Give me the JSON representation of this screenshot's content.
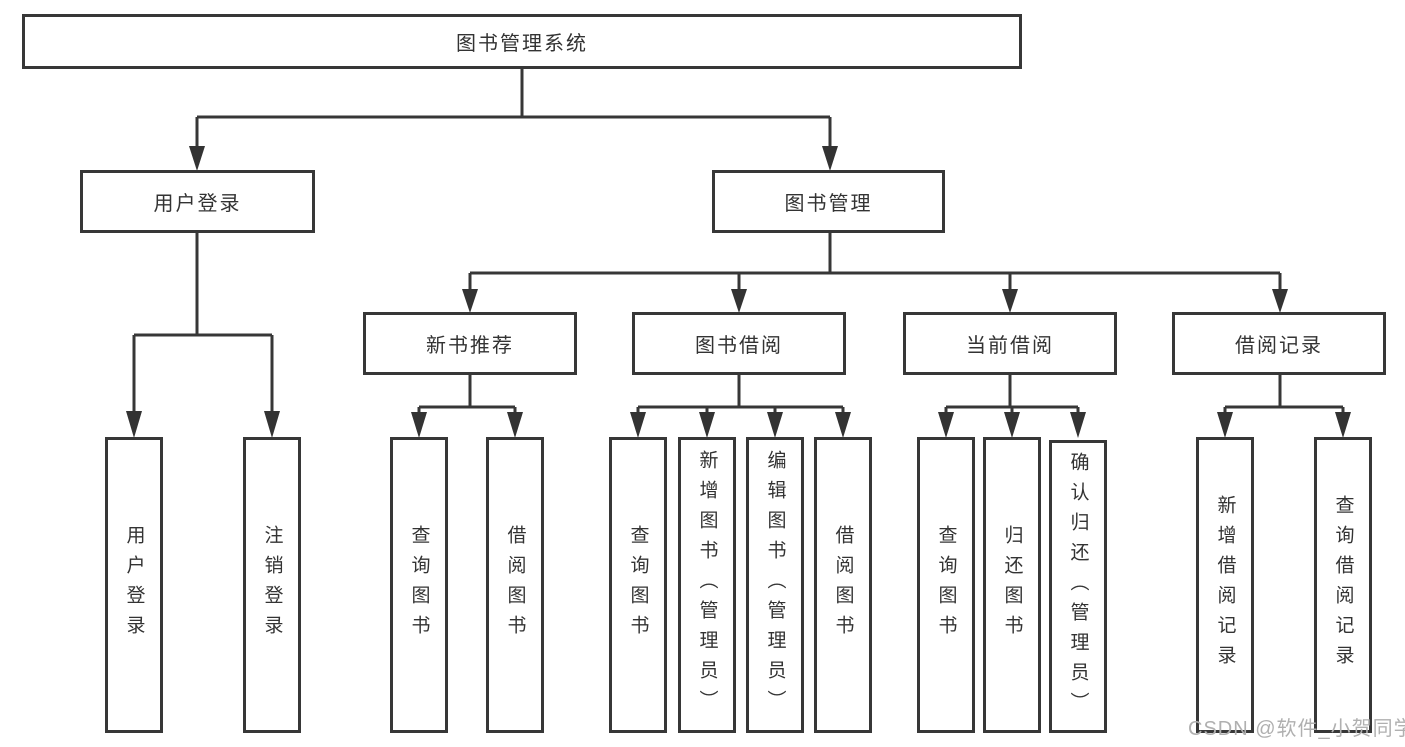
{
  "diagram_title": "图书管理系统",
  "watermark": "CSDN @软件_小贺同学",
  "colors": {
    "line": "#373737",
    "box_border": "#373737",
    "text": "#333333",
    "background": "#ffffff",
    "watermark": "#b0b0b0"
  },
  "tree": {
    "root": {
      "label": "图书管理系统"
    },
    "branches": [
      {
        "label": "用户登录",
        "children": [
          {
            "label": "用户登录"
          },
          {
            "label": "注销登录"
          }
        ]
      },
      {
        "label": "图书管理",
        "children": [
          {
            "label": "新书推荐",
            "children": [
              {
                "label": "查询图书"
              },
              {
                "label": "借阅图书"
              }
            ]
          },
          {
            "label": "图书借阅",
            "children": [
              {
                "label": "查询图书"
              },
              {
                "label": "新增图书（管理员）"
              },
              {
                "label": "编辑图书（管理员）"
              },
              {
                "label": "借阅图书"
              }
            ]
          },
          {
            "label": "当前借阅",
            "children": [
              {
                "label": "查询图书"
              },
              {
                "label": "归还图书"
              },
              {
                "label": "确认归还（管理员）"
              }
            ]
          },
          {
            "label": "借阅记录",
            "children": [
              {
                "label": "新增借阅记录"
              },
              {
                "label": "查询借阅记录"
              }
            ]
          }
        ]
      }
    ]
  }
}
